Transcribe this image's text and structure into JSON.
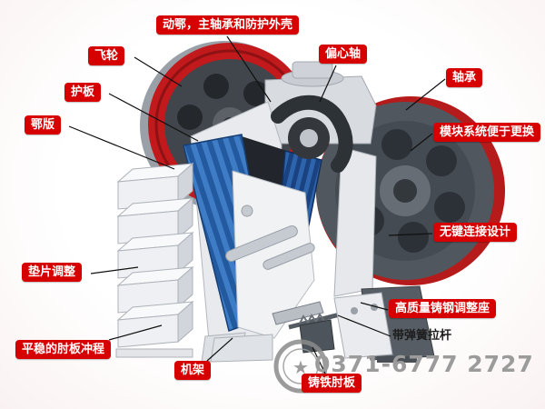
{
  "diagram": {
    "title_note": "jaw crusher structure diagram",
    "labels": {
      "moving_jaw_casing": {
        "text": "动鄂，主轴承和防护外壳"
      },
      "flywheel": {
        "text": "飞轮"
      },
      "guard_plate": {
        "text": "护板"
      },
      "jaw_plate": {
        "text": "鄂版"
      },
      "shim_adjustment": {
        "text": "垫片调整"
      },
      "smooth_toggle_stroke": {
        "text": "平稳的肘板冲程"
      },
      "frame": {
        "text": "机架"
      },
      "eccentric_shaft": {
        "text": "偏心轴"
      },
      "bearing": {
        "text": "轴承"
      },
      "module_system": {
        "text": "模块系统便于更换"
      },
      "keyless_connection": {
        "text": "无键连接设计"
      },
      "cast_steel_seat": {
        "text": "高质量铸钢调整座"
      },
      "spring_rod": {
        "text": "带弹簧拉杆"
      },
      "cast_iron_toggle": {
        "text": "铸铁肘板"
      }
    },
    "footer": {
      "phone": "0371-6777 2727"
    },
    "logo": {
      "star": "★"
    },
    "colors": {
      "label_bg": "#d60000",
      "label_text": "#ffffff",
      "flywheel_rim": "#c1191c",
      "jaw_blue": "#3e7cc6",
      "phone_gray": "#9b9b9b"
    }
  }
}
